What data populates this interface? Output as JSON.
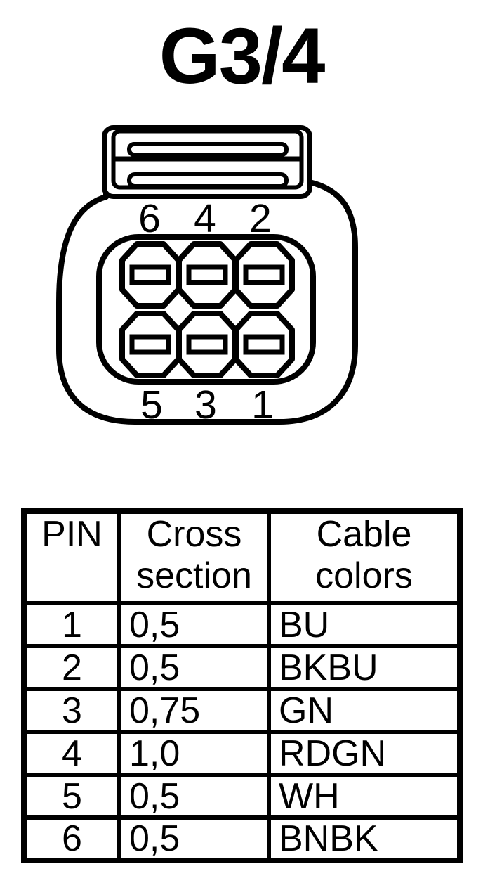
{
  "title": "G3/4",
  "connector": {
    "description": "6-pin connector front view with latch",
    "top_pin_labels": [
      "6",
      "4",
      "2"
    ],
    "bottom_pin_labels": [
      "5",
      "3",
      "1"
    ]
  },
  "table": {
    "headers": [
      "PIN",
      "Cross section",
      "Cable colors"
    ],
    "rows": [
      {
        "pin": "1",
        "cross_section": "0,5",
        "cable_color": "BU"
      },
      {
        "pin": "2",
        "cross_section": "0,5",
        "cable_color": "BKBU"
      },
      {
        "pin": "3",
        "cross_section": "0,75",
        "cable_color": "GN"
      },
      {
        "pin": "4",
        "cross_section": "1,0",
        "cable_color": "RDGN"
      },
      {
        "pin": "5",
        "cross_section": "0,5",
        "cable_color": "WH"
      },
      {
        "pin": "6",
        "cross_section": "0,5",
        "cable_color": "BNBK"
      }
    ]
  },
  "colors": {
    "line": "#000000",
    "background": "#ffffff"
  }
}
